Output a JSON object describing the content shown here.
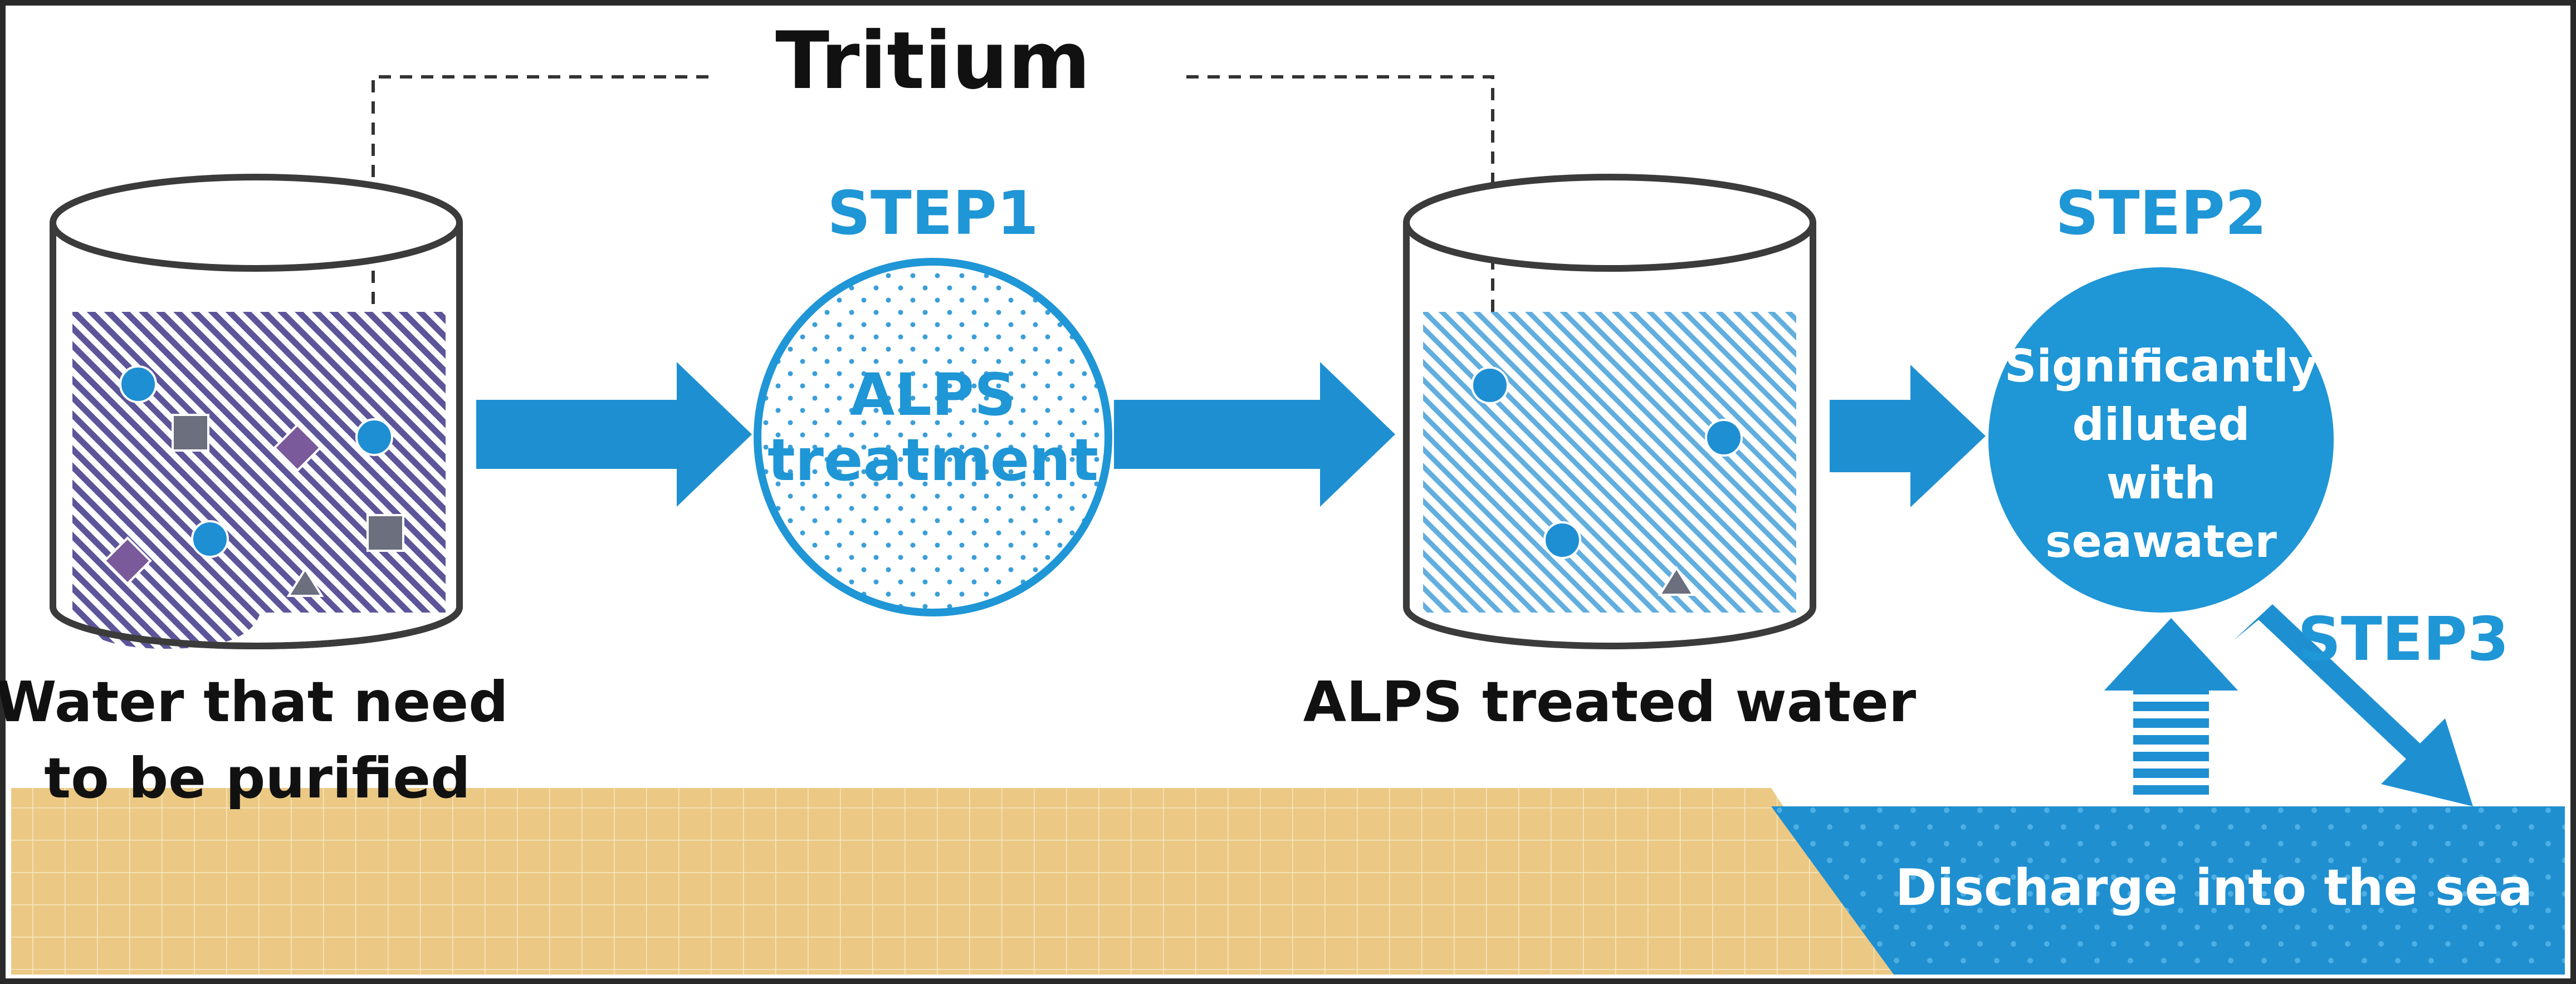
{
  "title": "Tritium",
  "steps": {
    "step1": "STEP1",
    "step2": "STEP2",
    "step3": "STEP3"
  },
  "labels": {
    "raw_water_line1": "Water that need",
    "raw_water_line2": "to be purified",
    "alps_line1": "ALPS",
    "alps_line2": "treatment",
    "treated_water": "ALPS treated water",
    "dilute_line1": "Significantly",
    "dilute_line2": "diluted",
    "dilute_line3": "with",
    "dilute_line4": "seawater",
    "discharge": "Discharge into the sea"
  },
  "colors": {
    "accent_blue": "#1f96d6",
    "arrow_blue": "#1e90d2",
    "sea_blue": "#1f8fd0",
    "raw_water_purple": "#6a5fa8",
    "land_sand": "#ebc984",
    "particle_blue": "#1e8fd3",
    "particle_gray": "#6b6f7e",
    "particle_purple": "#7a5a9a"
  },
  "icons": {
    "tank": "cylinder-tank-icon",
    "arrow": "right-arrow-icon",
    "particles": [
      "circle",
      "square",
      "diamond",
      "triangle"
    ]
  }
}
